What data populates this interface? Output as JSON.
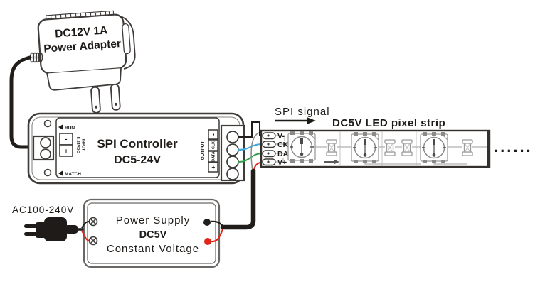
{
  "adapter": {
    "line1": "DC12V 1A",
    "line2": "Power Adapter"
  },
  "controller": {
    "run_label": "RUN",
    "match_label": "MATCH",
    "input_pins": [
      "-",
      "+"
    ],
    "input_rating": "5-24VDC",
    "input_word": "INPUT",
    "title1": "SPI Controller",
    "title2": "DC5-24V",
    "output_word": "OUTPUT",
    "output_pins": [
      "-",
      "CLK",
      "DATA",
      "+"
    ]
  },
  "signal": {
    "label": "SPI signal"
  },
  "strip": {
    "title": "DC5V LED pixel strip",
    "pins": [
      "V-",
      "CK",
      "DA",
      "V+"
    ],
    "dots": "......"
  },
  "psu": {
    "ac_label": "AC100-240V",
    "line1": "Power Supply",
    "line2": "DC5V",
    "line3": "Constant Voltage"
  },
  "colors": {
    "outline": "#3f3b39",
    "wire_black": "#211d1a",
    "wire_red": "#e1251b",
    "wire_blue": "#3fa8dc",
    "wire_green": "#2f9e49",
    "wire_grey": "#8c8c8c",
    "component_grey": "#9b9b9b"
  }
}
